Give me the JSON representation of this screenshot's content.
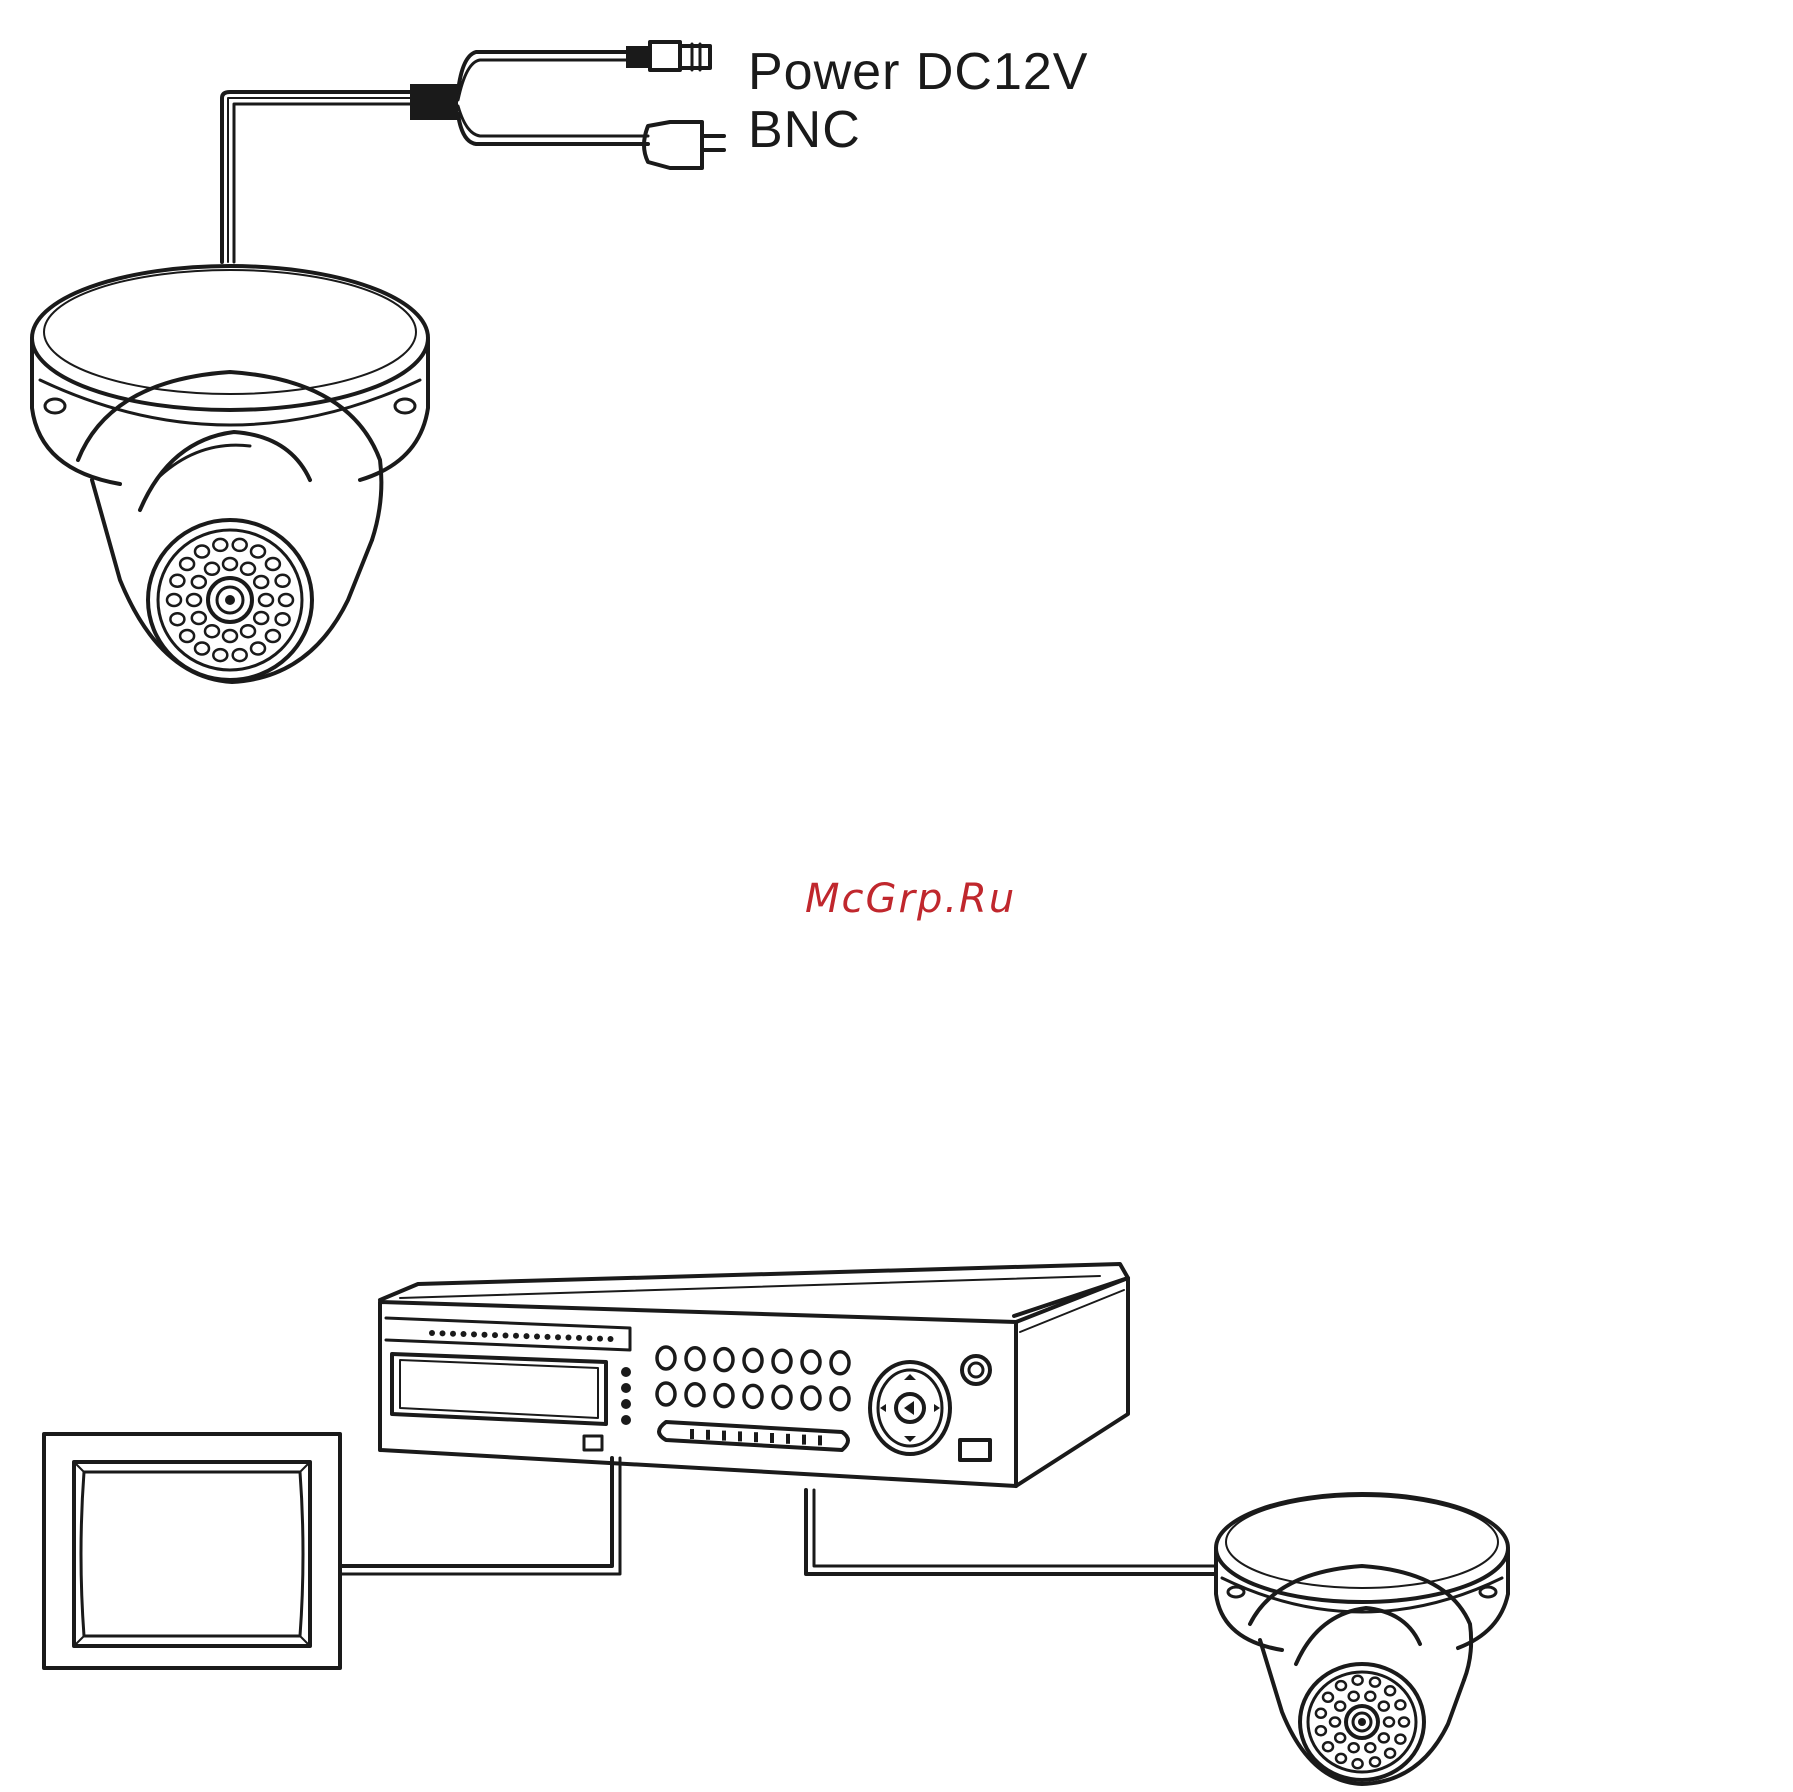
{
  "labels": {
    "power": "Power DC12V",
    "bnc": "BNC"
  },
  "watermark": "McGrp.Ru",
  "colors": {
    "ink": "#1a1a1a",
    "watermark": "#c0272d",
    "background": "#ffffff"
  }
}
